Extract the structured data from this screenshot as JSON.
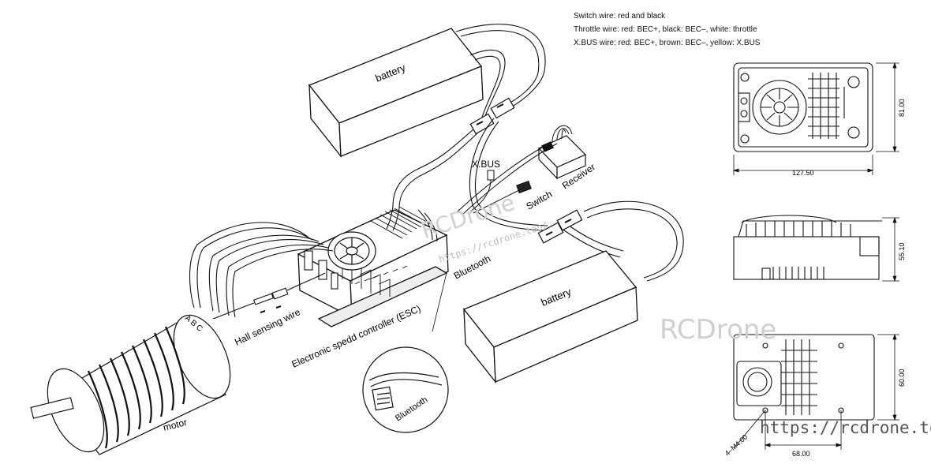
{
  "legend": {
    "switch_wire": "Switch wire: red and black",
    "throttle_wire": "Throttle wire: red: BEC+, black: BEC–, white: throttle",
    "xbus_wire": "X.BUS  wire: red: BEC+, brown: BEC–, yellow: X.BUS"
  },
  "labels": {
    "battery_top": "battery",
    "battery_bottom": "battery",
    "xbus": "X.BUS",
    "switch": "Switch",
    "receiver": "Receiver",
    "bluetooth": "Bluetooth",
    "bluetooth_zoom": "Bluetooth",
    "esc": "Electronic spedd controller (ESC)",
    "hall": "Hall sensing wire",
    "motor": "motor",
    "phase_letters": "A B C"
  },
  "dimensions": {
    "length": "127.50",
    "height_top": "81.00",
    "height_side": "55.10",
    "height_bottom": "60.00",
    "width_bottom": "68.00",
    "hole_spec": "4–M4.00"
  },
  "watermarks": {
    "brand": "RCDrone",
    "url": "https://rcdrone.top/",
    "center_brand": "RCDrone",
    "center_url": "https://rcdrone.top/"
  }
}
